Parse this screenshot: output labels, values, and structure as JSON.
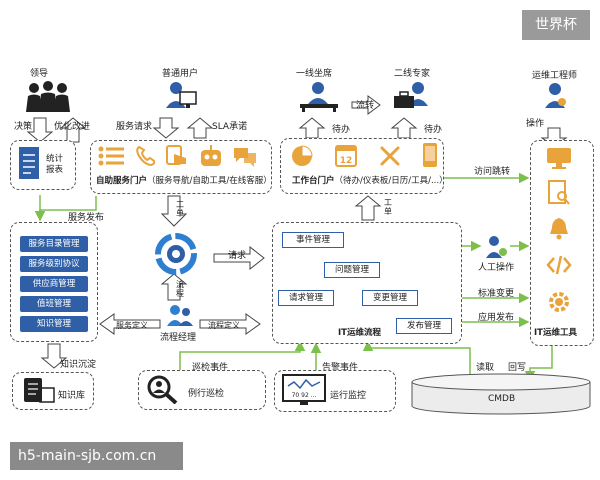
{
  "watermark_top": "世界杯",
  "watermark_bottom": "h5-main-sjb.com.cn",
  "actors": {
    "leader": "领导",
    "user": "普通用户",
    "frontline": "一线坐席",
    "expert": "二线专家",
    "ops_engineer": "运维工程师"
  },
  "edge_labels": {
    "decision": "决策",
    "optimize": "优化改进",
    "service_request": "服务请求",
    "sla_commit": "SLA承诺",
    "transfer": "流转",
    "pending1": "待办",
    "pending2": "待办",
    "operate": "操作",
    "service_publish": "服务发布",
    "work_order": "工单",
    "ticket": "工单",
    "request": "请求",
    "process": "流程",
    "service_define": "服务定义",
    "process_define": "流程定义",
    "knowledge_accumulate": "知识沉淀",
    "inspect_event": "巡检事件",
    "alarm_event": "告警事件",
    "visit_jump": "访问跳转",
    "manual_op": "人工操作",
    "standard_change": "标准变更",
    "app_publish": "应用发布",
    "read": "读取",
    "write_back": "回写"
  },
  "stats_report": "统计报表",
  "self_service_portal": {
    "title": "自助服务门户",
    "subtitle": "（服务导航/自助工具/在线客服）"
  },
  "workbench_portal": {
    "title": "工作台门户",
    "subtitle": "（待办/仪表板/日历/工具/...）"
  },
  "service_modules": [
    "服务目录管理",
    "服务级别协议",
    "供应商管理",
    "值班管理",
    "知识管理"
  ],
  "process_manager": "流程经理",
  "it_ops_process": {
    "title": "IT运维流程",
    "nodes": {
      "event": "事件管理",
      "problem": "问题管理",
      "request": "请求管理",
      "change": "变更管理",
      "release": "发布管理"
    }
  },
  "it_ops_tools": "IT运维工具",
  "knowledge_base": "知识库",
  "routine_inspection": "例行巡检",
  "run_monitor": "运行监控",
  "monitor_values": "70 92 ...",
  "cmdb": "CMDB",
  "calendar_day": "12",
  "colors": {
    "accent": "#2f5fa7",
    "icon": "#e8a33a",
    "arrow": "#7cbf4a",
    "arrow_dark": "#1a3e7a"
  }
}
